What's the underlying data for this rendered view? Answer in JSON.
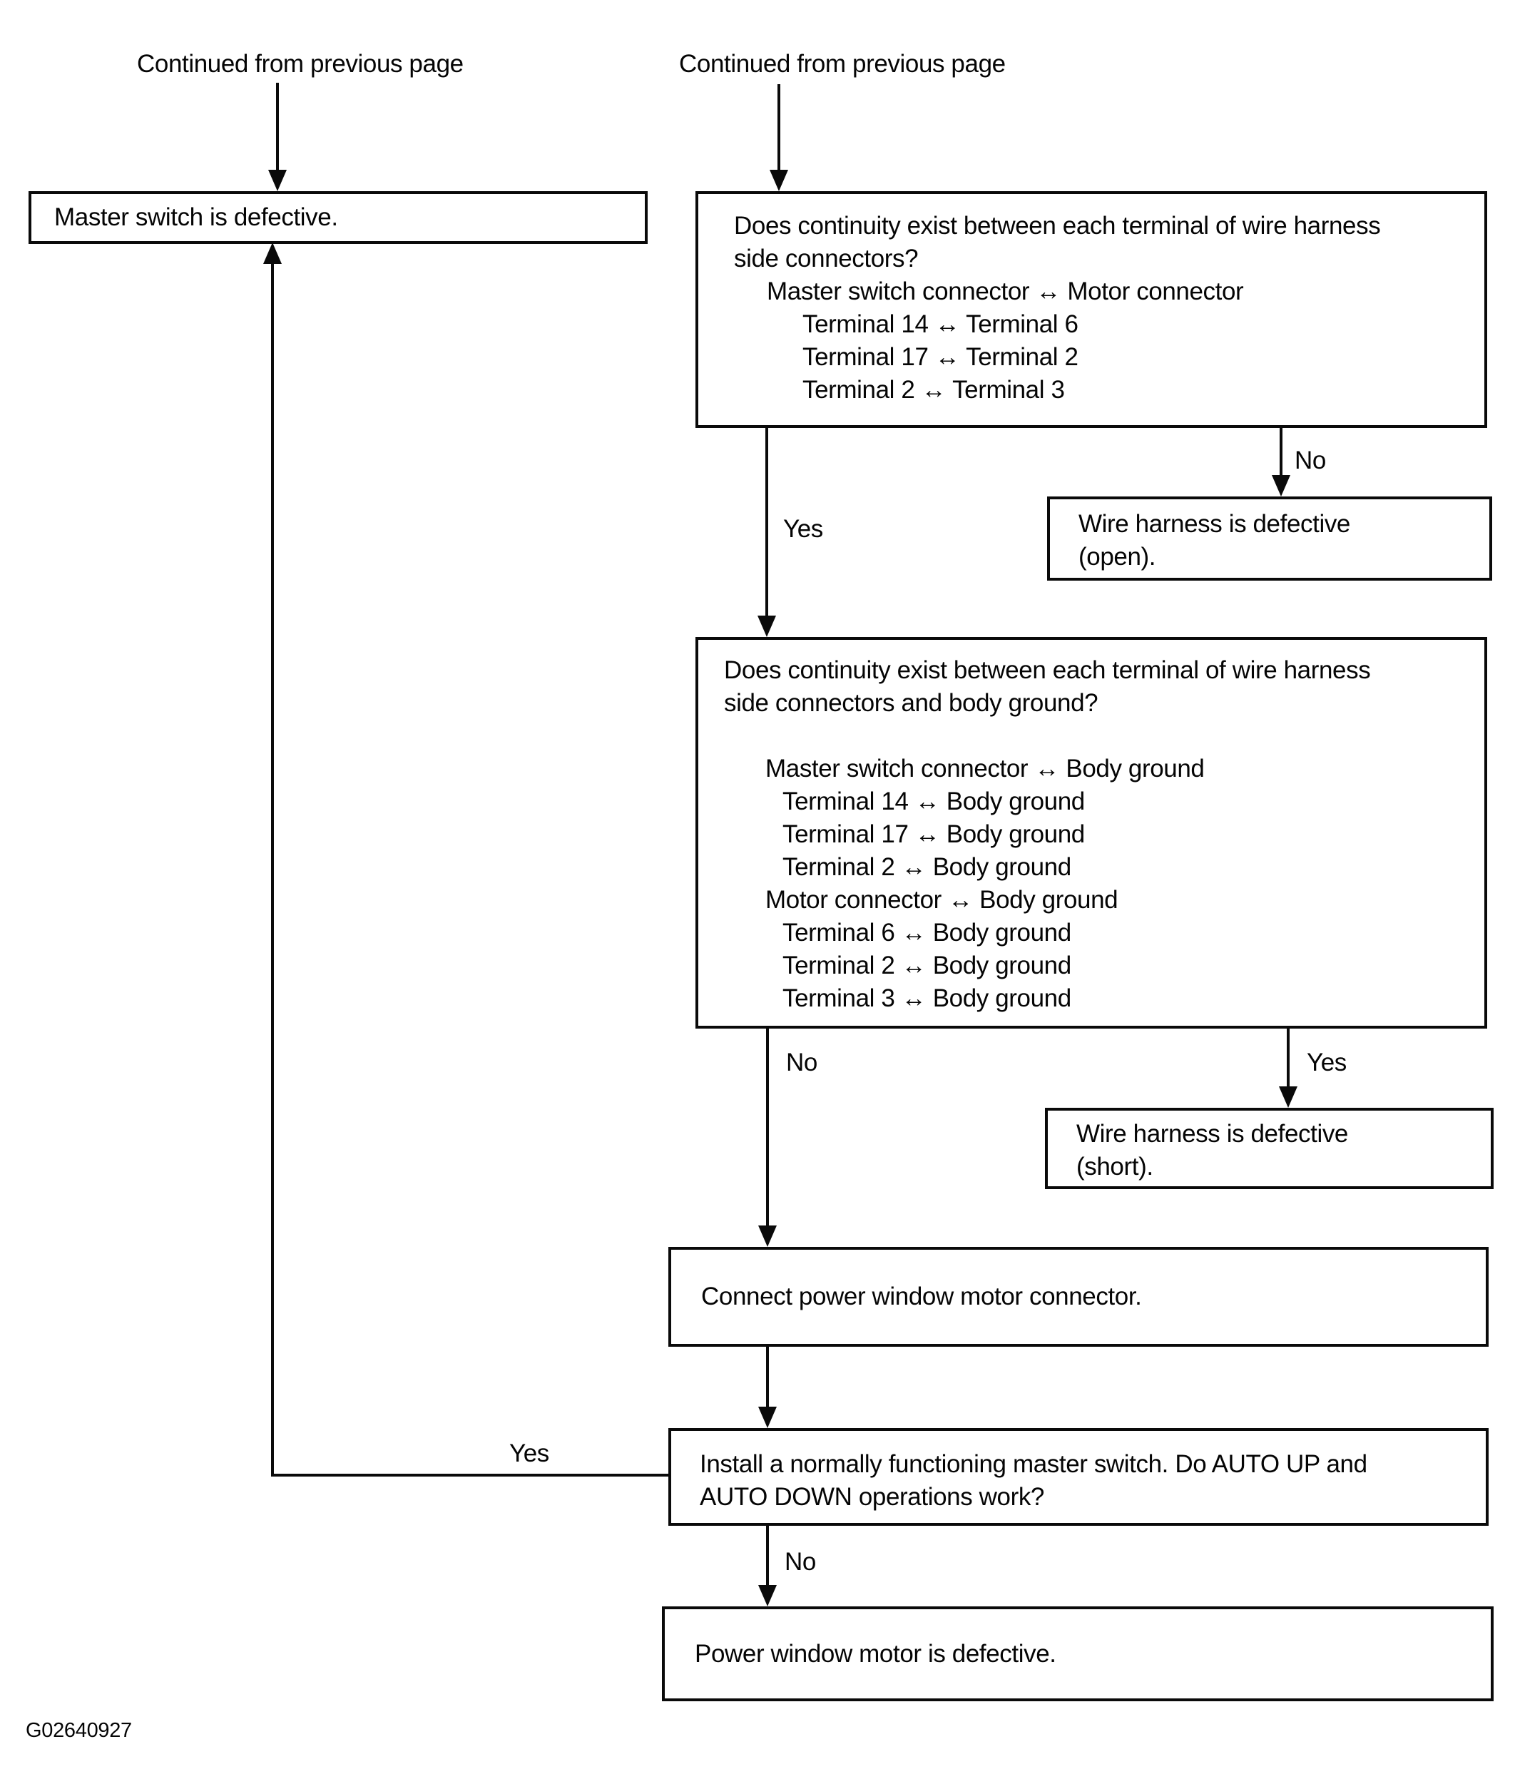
{
  "header": {
    "continued_left": "Continued from previous page",
    "continued_right": "Continued from previous page"
  },
  "nodes": {
    "master_switch_defective": {
      "lines": [
        "Master switch is defective."
      ]
    },
    "q_harness_continuity": {
      "lines": [
        "Does continuity exist between each terminal of wire harness",
        "side connectors?",
        "Master switch connector ↔ Motor connector",
        "Terminal 14 ↔ Terminal 6",
        "Terminal 17 ↔ Terminal 2",
        "Terminal 2 ↔ Terminal 3"
      ]
    },
    "harness_defective_open": {
      "lines": [
        "Wire harness is defective",
        "(open)."
      ]
    },
    "q_ground_continuity": {
      "lines": [
        "Does continuity exist between each terminal of wire harness",
        "side connectors and body ground?",
        "",
        "Master switch connector ↔ Body ground",
        "Terminal 14 ↔ Body ground",
        "Terminal 17 ↔ Body ground",
        "Terminal 2 ↔ Body ground",
        "Motor connector ↔ Body ground",
        "Terminal 6 ↔ Body ground",
        "Terminal 2 ↔ Body ground",
        "Terminal 3 ↔ Body ground"
      ]
    },
    "harness_defective_short": {
      "lines": [
        "Wire harness is defective",
        "(short)."
      ]
    },
    "connect_motor_connector": {
      "lines": [
        "Connect power window motor connector."
      ]
    },
    "q_install_master_switch": {
      "lines": [
        "Install a normally functioning master switch. Do AUTO UP and",
        "AUTO DOWN operations work?"
      ]
    },
    "motor_defective": {
      "lines": [
        "Power window motor is defective."
      ]
    }
  },
  "branches": {
    "harness_continuity_yes": "Yes",
    "harness_continuity_no": "No",
    "ground_continuity_no": "No",
    "ground_continuity_yes": "Yes",
    "install_switch_yes": "Yes",
    "install_switch_no": "No"
  },
  "footer": {
    "figure_code": "G02640927"
  },
  "colors": {
    "ink": "#0a0a0a",
    "background": "#ffffff"
  }
}
